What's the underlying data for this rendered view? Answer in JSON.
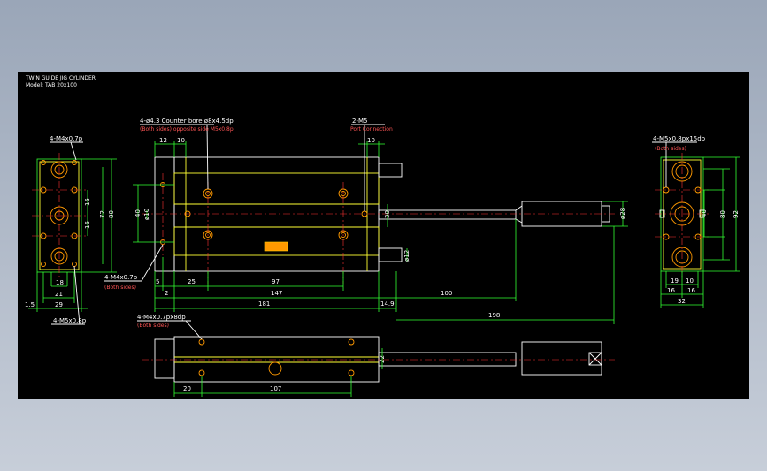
{
  "title_block": {
    "line1": "TWIN GUIDE JIG CYLINDER",
    "line2": "Model: TAB 20x100"
  },
  "front_view": {
    "callout_holes": "4-M4x0.7p",
    "callout_bottom": "4-M5x0.8p",
    "dims": {
      "w18": "18",
      "w21": "21",
      "w29": "29",
      "v15": "15",
      "v16": "16",
      "v72": "72",
      "v80": "80",
      "t15": "1.5"
    }
  },
  "main_view": {
    "callout_bore": "4-ø4.3 Counter bore ø8x4.5dp",
    "callout_bore_sub": "(Both sides) opposite side M5x0.8p",
    "callout_port": "2-M5",
    "callout_port_sub": "Port Connection",
    "callout_side": "4-M4x0.7p",
    "callout_side_sub": "(Both sides)",
    "dims": {
      "d12": "12",
      "d10a": "10",
      "d10b": "10",
      "d40": "40",
      "d10v": "ø10",
      "d30": "30",
      "d12v": "ø12",
      "d28": "ø28",
      "d5": "5",
      "d25": "25",
      "d97": "97",
      "d2": "2",
      "d147": "147",
      "d100": "100",
      "d181": "181",
      "d149": "14.9",
      "d198": "198"
    }
  },
  "bottom_view": {
    "callout": "4-M4x0.7px8dp",
    "callout_sub": "(Both sides)",
    "dims": {
      "d22": "22",
      "d20": "20",
      "d107": "107"
    }
  },
  "side_view": {
    "callout": "4-M5x0.8px15dp",
    "callout_sub": "(Both sides)",
    "dims": {
      "d40": "40",
      "d80": "80",
      "d92": "92",
      "d19a": "19",
      "d10": "10",
      "d16a": "16",
      "d16b": "16",
      "d32": "32"
    }
  },
  "colors": {
    "background": "#000000",
    "outline": "#32ff32",
    "body": "#ffff33",
    "centerline": "#ff3333",
    "text": "#ffffff"
  }
}
